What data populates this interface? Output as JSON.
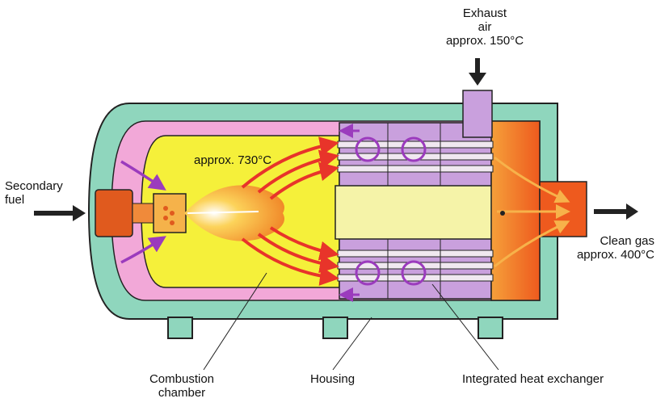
{
  "labels": {
    "exhaust": [
      "Exhaust",
      "air",
      "approx. 150°C"
    ],
    "secondary_fuel": [
      "Secondary",
      "fuel"
    ],
    "chamber_temp": "approx. 730°C",
    "clean_gas": [
      "Clean gas",
      "approx. 400°C"
    ],
    "combustion_chamber": [
      "Combustion",
      "chamber"
    ],
    "housing": "Housing",
    "heat_exchanger": "Integrated heat exchanger"
  },
  "colors": {
    "housing": "#8fd6bd",
    "housing_outline": "#222222",
    "inner_jacket": "#f2a8d8",
    "chamber": "#f5f03a",
    "exchanger": "#c9a0dd",
    "outlet": "#f27a2a",
    "flame": "#f59b2a",
    "burner": "#e05a1e",
    "heat_arrow": "#e8342a",
    "flow_arrow": "#9b3bbd",
    "tube": "#f0e8f0"
  },
  "icons": [
    "exhaust-arrow-icon",
    "fuel-arrow-icon",
    "clean-gas-arrow-icon",
    "flame-icon"
  ]
}
